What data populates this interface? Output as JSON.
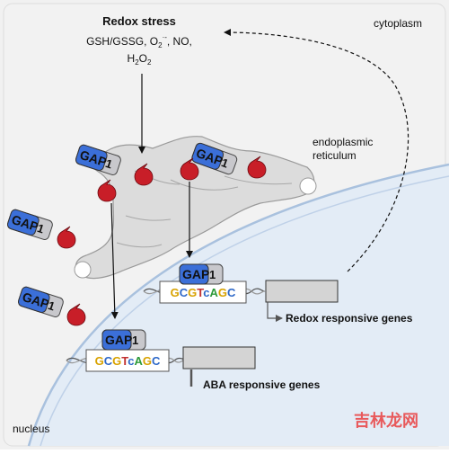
{
  "labels": {
    "stress_title": "Redox stress",
    "stress_line1_a": "GSH/GSSG, O",
    "stress_line1_sub": "2",
    "stress_line1_sup": "·-",
    "stress_line1_b": ", NO,",
    "stress_line2_a": "H",
    "stress_line2_sub1": "2",
    "stress_line2_b": "O",
    "stress_line2_sub2": "2",
    "cytoplasm": "cytoplasm",
    "er_line1": "endoplasmic",
    "er_line2": "reticulum",
    "nucleus": "nucleus",
    "redox_genes": "Redox responsive genes",
    "aba_genes": "ABA responsive genes",
    "watermark": "吉林龙网"
  },
  "gap1": {
    "name_a": "GAP",
    "name_b": "1"
  },
  "dna_motif": [
    "G",
    "C",
    "G",
    "T",
    "c",
    "A",
    "G",
    "C"
  ],
  "colors": {
    "gap_blue": "#3b6fd8",
    "gap_gray": "#c8c8cc",
    "red_ligand": "#c81e28",
    "er_gray": "#dcdcdc",
    "nucleus_fill": "#e3ecf6",
    "nucleus_edge": "#a9c1de",
    "gene_box": "#d4d4d4",
    "motif_colors": [
      "#d8a200",
      "#2e68c8",
      "#d8a200",
      "#c03030",
      "#2e68c8",
      "#2e9a3a",
      "#d8a200",
      "#2e68c8"
    ]
  }
}
